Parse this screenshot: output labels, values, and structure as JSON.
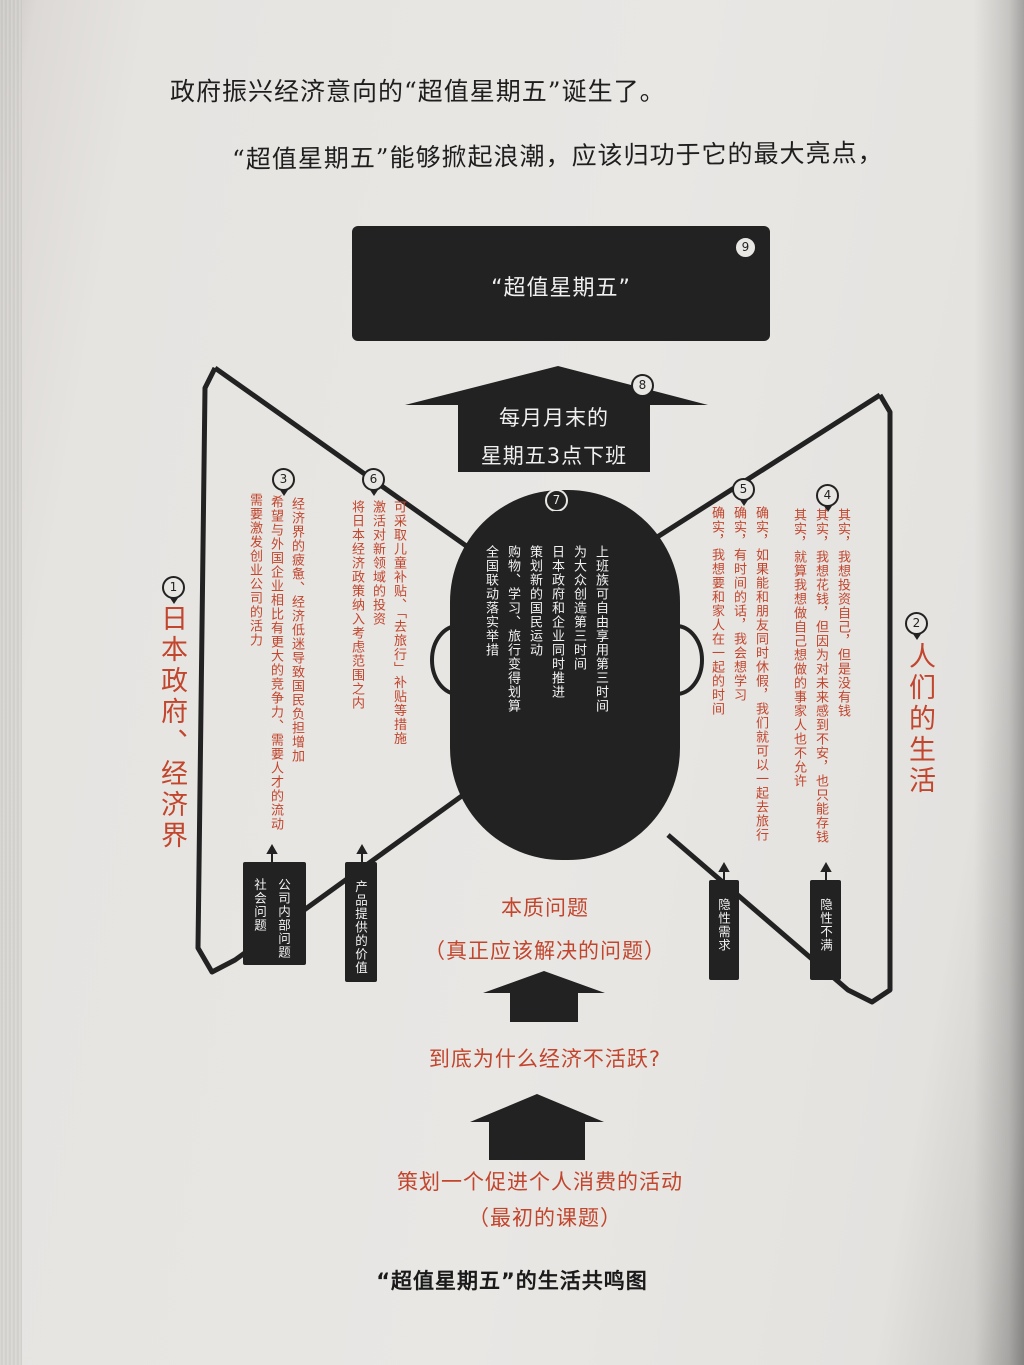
{
  "body_text": {
    "line1": "政府振兴经济意向的“超值星期五”诞生了。",
    "line2": "“超值星期五”能够掀起浪潮，应该归功于它的最大亮点，"
  },
  "diagram": {
    "top_box": "“超值星期五”",
    "arrow_banner": {
      "line1": "每月月末的",
      "line2": "星期五3点下班"
    },
    "left_label": "日本政府、经济界",
    "right_label": "人们的生活",
    "notes": {
      "n3": [
        "经济界的疲惫、经济低迷导致国民负担增加",
        "希望与外国企业相比有更大的竞争力、需要人才的流动",
        "需要激发创业公司的活力"
      ],
      "n6": [
        "可采取儿童补贴、「去旅行」补贴等措施",
        "激活对新领域的投资",
        "将日本经济政策纳入考虑范围之内"
      ],
      "n7": [
        "上班族可自由享用第三时间",
        "为大众创造第三时间",
        "日本政府和企业同时推进",
        "策划新的国民运动",
        "购物、学习、旅行变得划算",
        "全国联动落实举措"
      ],
      "n5": [
        "确实，如果能和朋友同时休假，我们就可以一起去旅行",
        "确实，有时间的话，我会想学习",
        "确实，我想要和家人在一起的时间"
      ],
      "n4": [
        "其实，我想投资自己，但是没有钱",
        "其实，我想花钱，但因为对未来感到不安，也只能存钱",
        "其实，就算我想做自己想做的事家人也不允许"
      ]
    },
    "pillars": {
      "p1": [
        "社会问题",
        "公司内部问题"
      ],
      "p2": "产品提供的价值",
      "p3": "隐性需求",
      "p4": "隐性不满"
    },
    "core": {
      "title": "本质问题",
      "subtitle": "（真正应该解决的问题）"
    },
    "question": "到底为什么经济不活跃?",
    "initial": {
      "title": "策划一个促进个人消费的活动",
      "subtitle": "（最初的课题）"
    },
    "numbers": [
      "1",
      "2",
      "3",
      "4",
      "5",
      "6",
      "7",
      "8",
      "9"
    ]
  },
  "caption": "“超值星期五”的生活共鸣图"
}
